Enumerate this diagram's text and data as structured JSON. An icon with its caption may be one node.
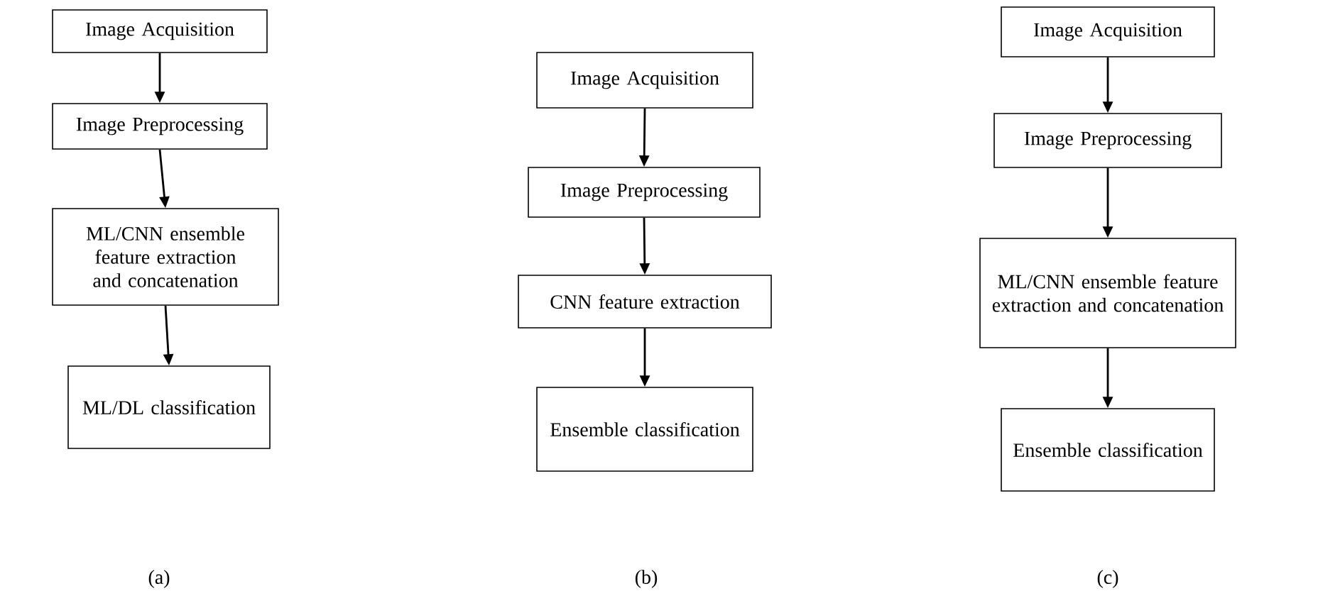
{
  "diagram": {
    "nodes": [
      {
        "text": [
          "Image Acquisition"
        ]
      },
      {
        "text": [
          "Image Preprocessing"
        ]
      },
      {
        "text": [
          "ML/CNN ensemble feature extraction and concatenation"
        ]
      },
      {
        "text": [
          "ML/DL classification"
        ]
      },
      {
        "text": [
          "Image Acquisition"
        ]
      },
      {
        "text": [
          "Image Preprocessing"
        ]
      },
      {
        "text": [
          "CNN feature extraction"
        ]
      },
      {
        "text": [
          "Ensemble classification"
        ]
      },
      {
        "text": [
          "Image Acquisition"
        ]
      },
      {
        "text": [
          "Image Preprocessing"
        ]
      },
      {
        "text": [
          "ML/CNN ensemble feature extraction and concatenation"
        ]
      },
      {
        "text": [
          "Ensemble classification"
        ]
      }
    ],
    "edges": [
      {
        "from": 0,
        "to": 1,
        "arrow": "to"
      },
      {
        "from": 1,
        "to": 2,
        "arrow": "to"
      },
      {
        "from": 2,
        "to": 3,
        "arrow": "to"
      },
      {
        "from": 4,
        "to": 5,
        "arrow": "to"
      },
      {
        "from": 5,
        "to": 6,
        "arrow": "to"
      },
      {
        "from": 6,
        "to": 7,
        "arrow": "to"
      },
      {
        "from": 8,
        "to": 9,
        "arrow": "to"
      },
      {
        "from": 9,
        "to": 10,
        "arrow": "to"
      },
      {
        "from": 10,
        "to": 11,
        "arrow": "to"
      }
    ],
    "labels": [
      "(a)",
      "(b)",
      "(c)"
    ]
  }
}
